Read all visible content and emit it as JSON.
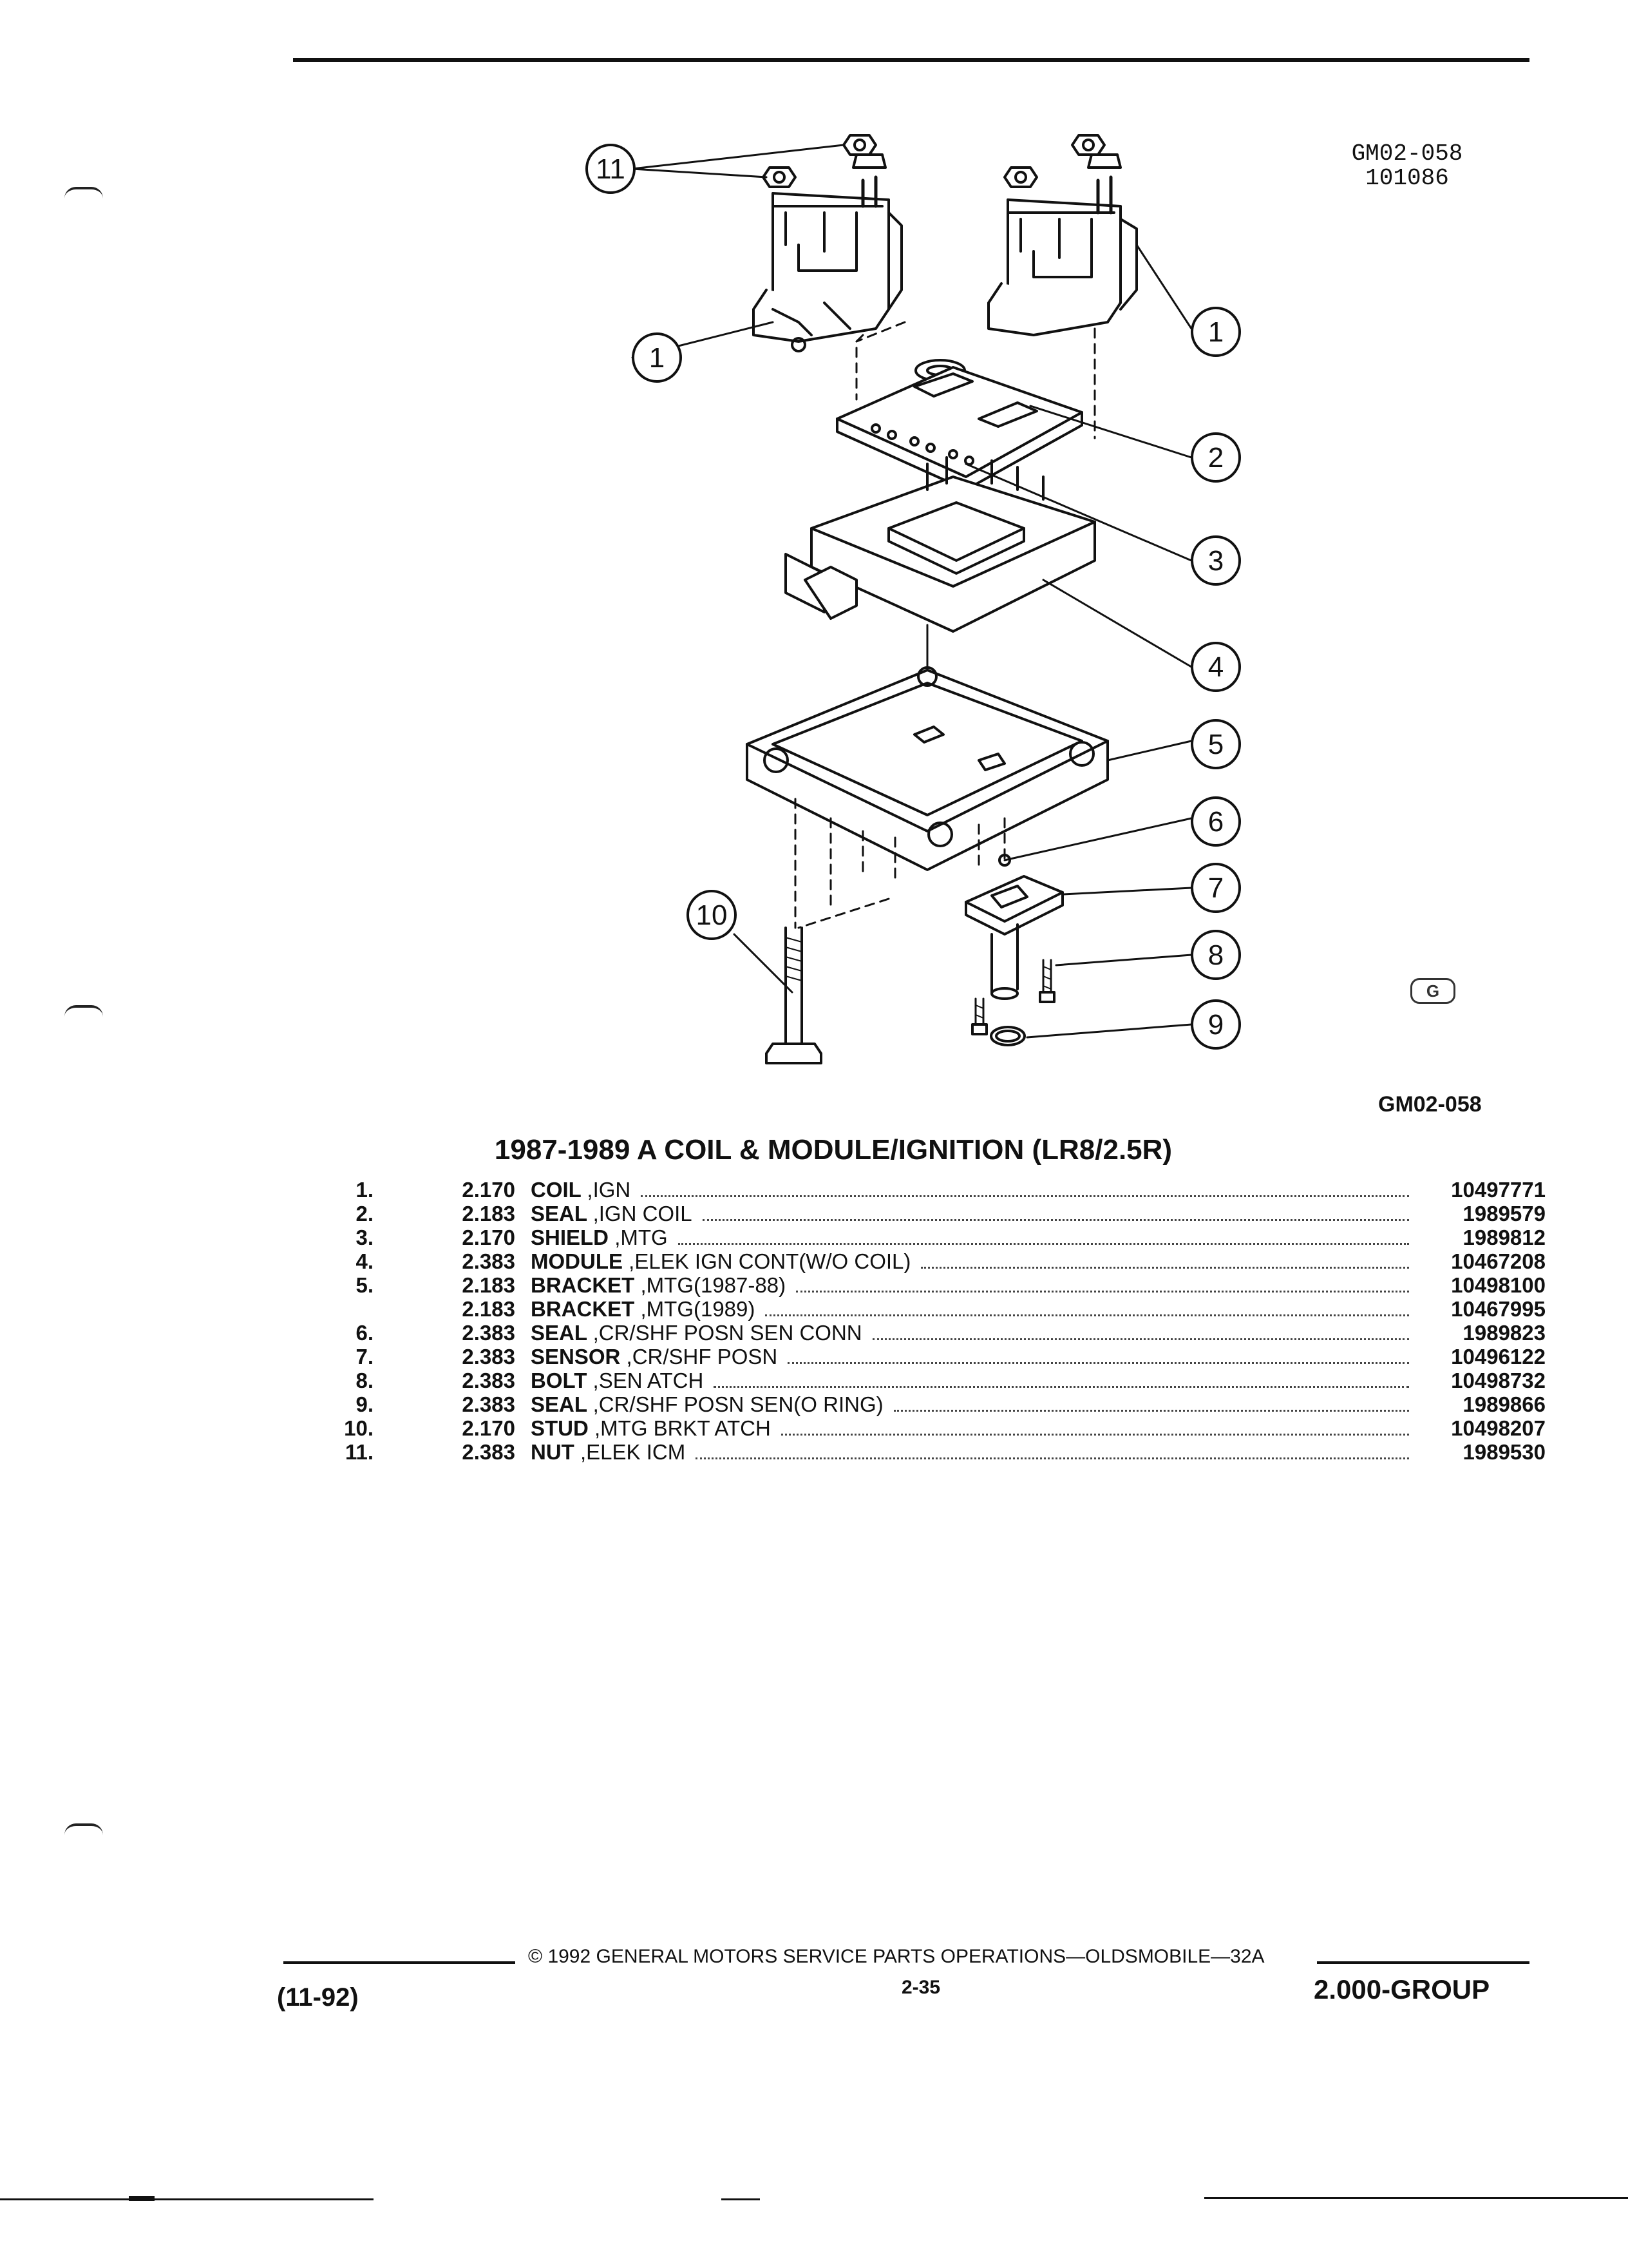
{
  "figure": {
    "ref_top": [
      "GM02-058",
      "101086"
    ],
    "ref_bottom": "GM02-058",
    "callouts": [
      "1",
      "2",
      "3",
      "4",
      "5",
      "6",
      "7",
      "8",
      "9",
      "10",
      "11"
    ],
    "gm_logo": "G"
  },
  "title": "1987-1989 A COIL & MODULE/IGNITION (LR8/2.5R)",
  "parts": [
    {
      "num": "1.",
      "group": "2.170",
      "name": "COIL",
      "note": ",IGN",
      "part": "10497771"
    },
    {
      "num": "2.",
      "group": "2.183",
      "name": "SEAL",
      "note": ",IGN COIL",
      "part": "1989579"
    },
    {
      "num": "3.",
      "group": "2.170",
      "name": "SHIELD",
      "note": ",MTG",
      "part": "1989812"
    },
    {
      "num": "4.",
      "group": "2.383",
      "name": "MODULE",
      "note": ",ELEK IGN CONT(W/O COIL)",
      "part": "10467208"
    },
    {
      "num": "5.",
      "group": "2.183",
      "name": "BRACKET",
      "note": ",MTG(1987-88)",
      "part": "10498100"
    },
    {
      "num": "",
      "group": "2.183",
      "name": "BRACKET",
      "note": ",MTG(1989)",
      "part": "10467995"
    },
    {
      "num": "6.",
      "group": "2.383",
      "name": "SEAL",
      "note": ",CR/SHF POSN SEN CONN",
      "part": "1989823"
    },
    {
      "num": "7.",
      "group": "2.383",
      "name": "SENSOR",
      "note": ",CR/SHF POSN",
      "part": "10496122"
    },
    {
      "num": "8.",
      "group": "2.383",
      "name": "BOLT",
      "note": ",SEN ATCH",
      "part": "10498732"
    },
    {
      "num": "9.",
      "group": "2.383",
      "name": "SEAL",
      "note": ",CR/SHF POSN SEN(O RING)",
      "part": "1989866"
    },
    {
      "num": "10.",
      "group": "2.170",
      "name": "STUD",
      "note": ",MTG BRKT ATCH",
      "part": "10498207"
    },
    {
      "num": "11.",
      "group": "2.383",
      "name": "NUT",
      "note": ",ELEK ICM",
      "part": "1989530"
    }
  ],
  "footer": {
    "date_code": "(11-92)",
    "copyright": "© 1992 GENERAL MOTORS SERVICE PARTS OPERATIONS—OLDSMOBILE—32A",
    "page": "2-35",
    "group": "2.000-GROUP"
  }
}
